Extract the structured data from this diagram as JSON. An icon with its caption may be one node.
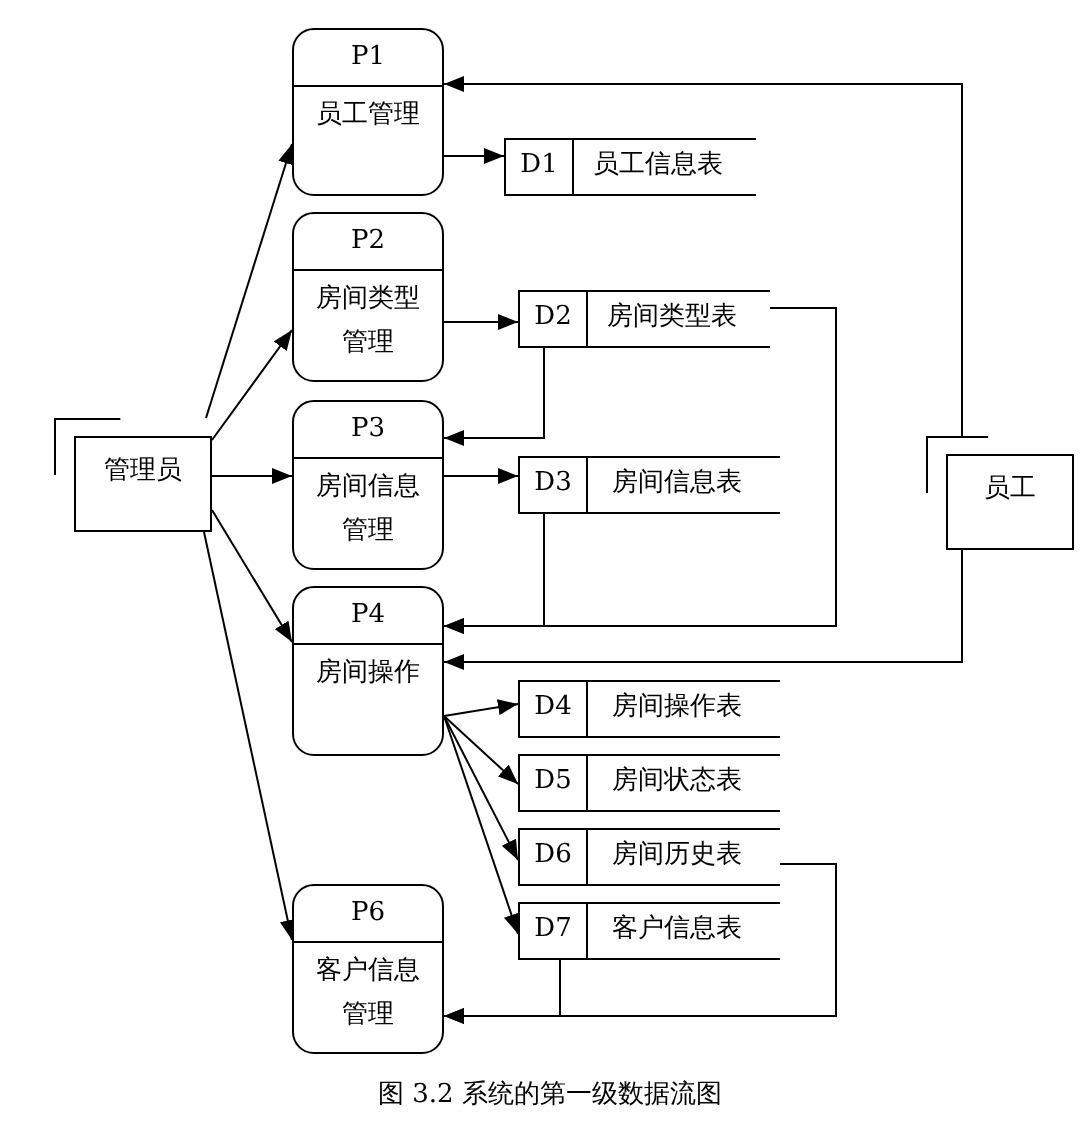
{
  "diagram": {
    "caption": "图 3.2 系统的第一级数据流图",
    "nodes": [
      {
        "text": [
          "P1",
          "员工管理"
        ]
      },
      {
        "text": [
          "D1",
          "员工信息表"
        ]
      },
      {
        "text": [
          "P2",
          "房间类型管理"
        ]
      },
      {
        "text": [
          "D2",
          "房间类型表"
        ]
      },
      {
        "text": [
          "管理员"
        ]
      },
      {
        "text": [
          "P3",
          "房间信息管理"
        ]
      },
      {
        "text": [
          "D3",
          "房间信息表"
        ]
      },
      {
        "text": [
          "员工"
        ]
      },
      {
        "text": [
          "P4",
          "房间操作"
        ]
      },
      {
        "text": [
          "D4",
          "房间操作表"
        ]
      },
      {
        "text": [
          "D5",
          "房间状态表"
        ]
      },
      {
        "text": [
          "D6",
          "房间历史表"
        ]
      },
      {
        "text": [
          "P6",
          "客户信息管理"
        ]
      },
      {
        "text": [
          "D7",
          "客户信息表"
        ]
      }
    ],
    "edges": [
      {
        "from": 4,
        "to": 0,
        "arrow": "to"
      },
      {
        "from": 4,
        "to": 2,
        "arrow": "to"
      },
      {
        "from": 4,
        "to": 5,
        "arrow": "to"
      },
      {
        "from": 4,
        "to": 8,
        "arrow": "to"
      },
      {
        "from": 4,
        "to": 12,
        "arrow": "to"
      },
      {
        "from": 0,
        "to": 1,
        "arrow": "to"
      },
      {
        "from": 2,
        "to": 3,
        "arrow": "to"
      },
      {
        "from": 5,
        "to": 6,
        "arrow": "to"
      },
      {
        "from": 8,
        "to": 9,
        "arrow": "to"
      },
      {
        "from": 8,
        "to": 10,
        "arrow": "to"
      },
      {
        "from": 8,
        "to": 11,
        "arrow": "to"
      },
      {
        "from": 8,
        "to": 13,
        "arrow": "to"
      },
      {
        "from": 7,
        "to": 0,
        "arrow": "to"
      },
      {
        "from": 7,
        "to": 8,
        "arrow": "to"
      },
      {
        "from": 3,
        "to": 5,
        "arrow": "to"
      },
      {
        "from": 3,
        "to": 8,
        "arrow": "to"
      },
      {
        "from": 6,
        "to": 8,
        "arrow": "to"
      },
      {
        "from": 11,
        "to": 12,
        "arrow": "to"
      },
      {
        "from": 13,
        "to": 12,
        "arrow": "to"
      }
    ]
  }
}
